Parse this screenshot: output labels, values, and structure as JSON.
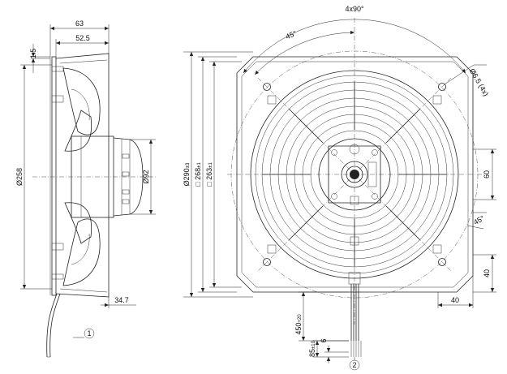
{
  "side_view": {
    "dim_63": "63",
    "dim_52_5": "52.5",
    "dim_1_5": "1.5",
    "dim_258": "Ø258",
    "dim_92": "Ø92",
    "dim_34_7": "34.7",
    "callout_1": "1"
  },
  "front_view": {
    "dim_4x90": "4x90°",
    "dim_45_top": "45°",
    "dim_hole": "Ø6.5 (4x)",
    "dim_290": "Ø290",
    "dim_290_tol": "±3",
    "dim_268": "□ 268",
    "dim_268_tol": "±1",
    "dim_263": "□ 263",
    "dim_263_tol": "±1",
    "dim_60": "60",
    "dim_45_right": "45°",
    "dim_40_right": "40",
    "dim_40_bottom": "40",
    "dim_450": "450",
    "dim_450_tol": "+20",
    "dim_85": "85",
    "dim_85_tol": "±10",
    "dim_6": "6",
    "callout_2": "2"
  }
}
